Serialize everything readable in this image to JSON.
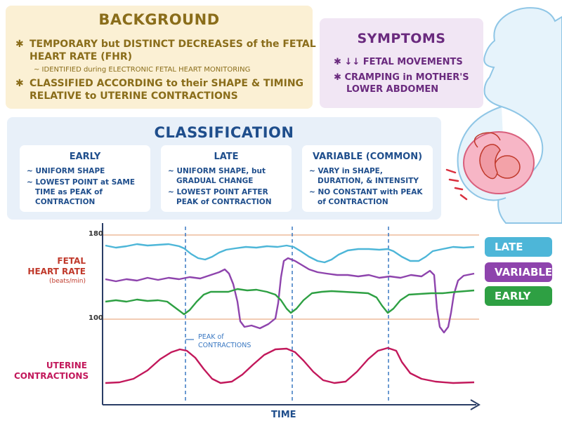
{
  "background": {
    "title": "BACKGROUND",
    "item1_line1": "TEMPORARY but DISTINCT DECREASES of the FETAL",
    "item1_line2": "HEART RATE (FHR)",
    "item1_sub": "~ IDENTIFIED during ELECTRONIC FETAL HEART MONITORING",
    "item2_line1": "CLASSIFIED ACCORDING to their SHAPE & TIMING",
    "item2_line2": "RELATIVE to UTERINE CONTRACTIONS",
    "bullet": "✱"
  },
  "symptoms": {
    "title": "SYMPTOMS",
    "item1": "↓↓ FETAL MOVEMENTS",
    "item2_line1": "CRAMPING in MOTHER'S",
    "item2_line2": "LOWER ABDOMEN"
  },
  "classification": {
    "title": "CLASSIFICATION",
    "early": {
      "title": "EARLY",
      "l1": "~ UNIFORM SHAPE",
      "l2": "~ LOWEST POINT at SAME",
      "l3": "TIME as PEAK of",
      "l4": "CONTRACTION"
    },
    "late": {
      "title": "LATE",
      "l1": "~ UNIFORM SHAPE, but",
      "l2": "GRADUAL CHANGE",
      "l3": "~ LOWEST POINT AFTER",
      "l4": "PEAK of CONTRACTION"
    },
    "variable": {
      "title": "VARIABLE (COMMON)",
      "l1": "~ VARY in SHAPE,",
      "l2": "DURATION, & INTENSITY",
      "l3": "~ NO CONSTANT with PEAK",
      "l4": "of CONTRACTION"
    }
  },
  "graph": {
    "y_label_line1": "FETAL",
    "y_label_line2": "HEART RATE",
    "y_unit": "(beats/min)",
    "tick_180": "180",
    "tick_100": "100",
    "peak_label_line1": "PEAK of",
    "peak_label_line2": "CONTRACTIONS",
    "uterine_line1": "UTERINE",
    "uterine_line2": "CONTRACTIONS",
    "x_label": "TIME",
    "legend_late": "LATE",
    "legend_variable": "VARIABLE",
    "legend_early": "EARLY"
  },
  "colors": {
    "late": "#4db6d8",
    "variable": "#8e44ad",
    "early": "#2ea043",
    "uterine": "#c2185b",
    "axis_labels": "#c0392b",
    "gridline": "#e59a6a",
    "dashed": "#3a78c2"
  }
}
